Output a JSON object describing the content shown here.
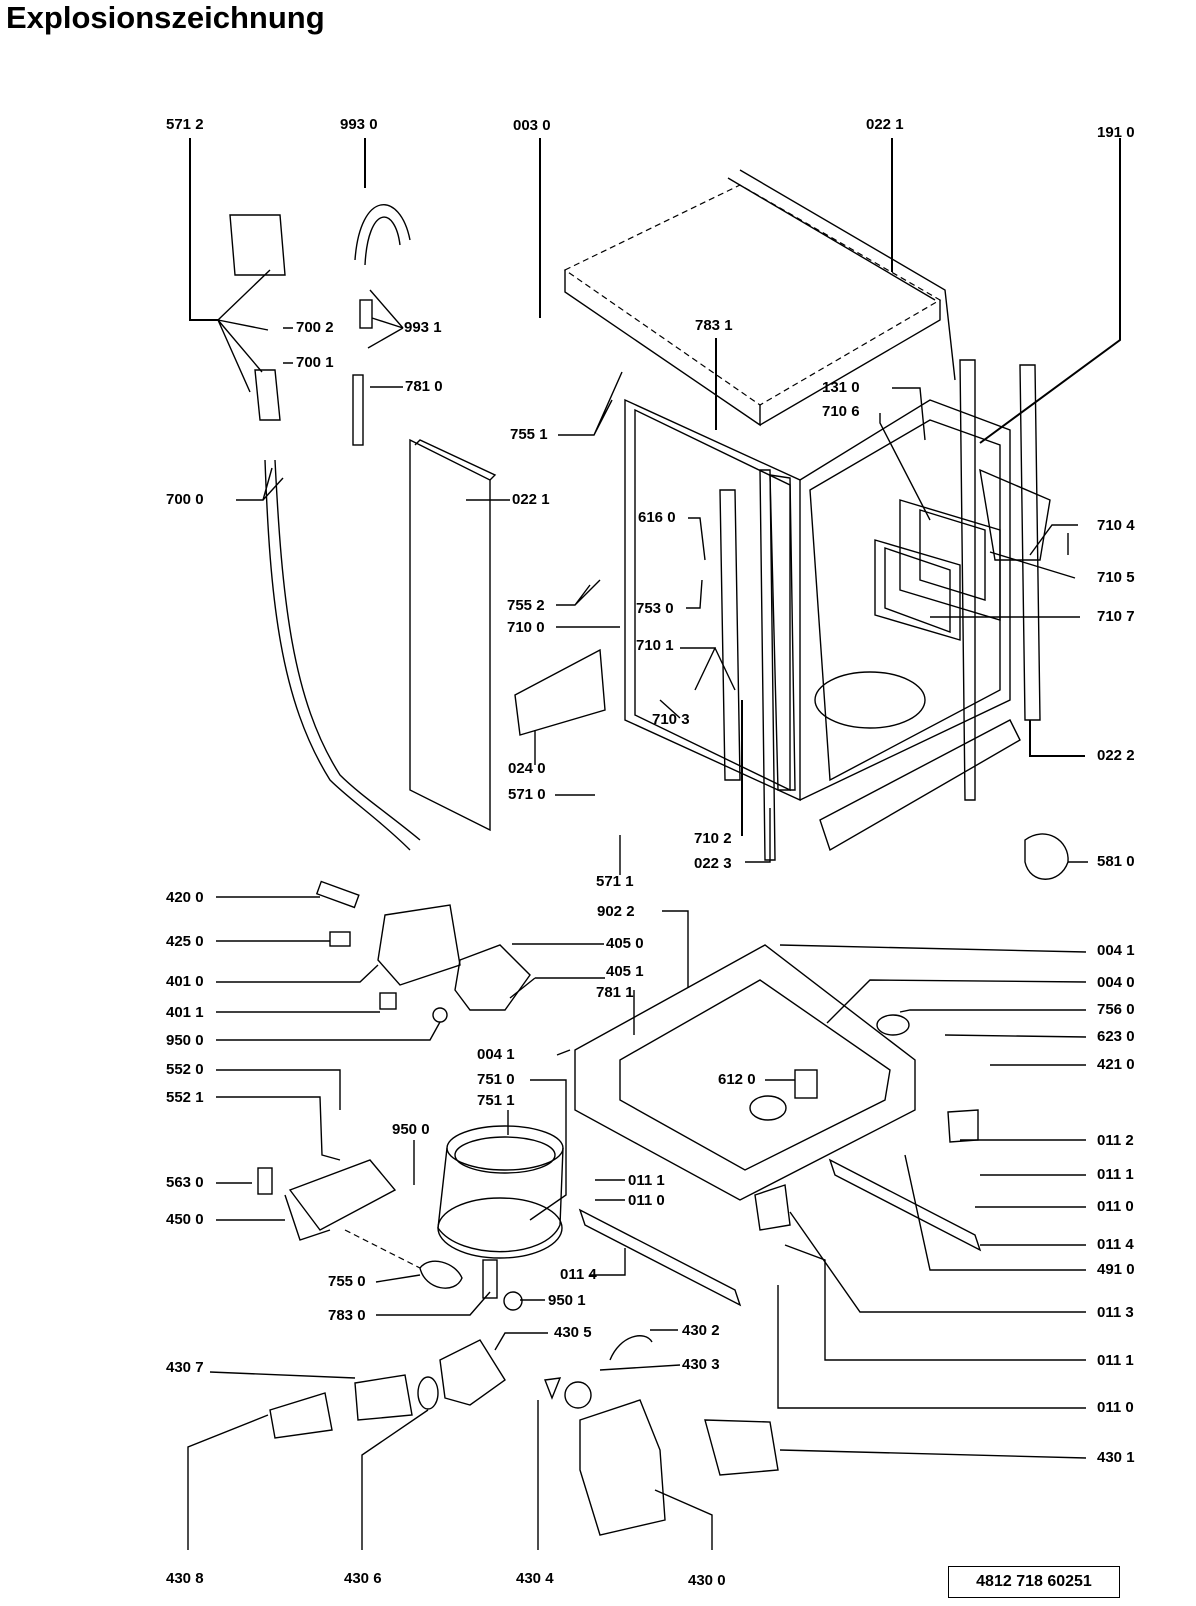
{
  "title": "Explosionszeichnung",
  "part_number": "4812 718 60251",
  "labels": [
    "571 2",
    "993 0",
    "003 0",
    "022 1",
    "191 0",
    "700 2",
    "993 1",
    "700 1",
    "781 0",
    "783 1",
    "755 1",
    "131 0",
    "710 6",
    "700 0",
    "022 1",
    "616 0",
    "710 4",
    "710 5",
    "755 2",
    "753 0",
    "710 0",
    "710 7",
    "710 1",
    "710 3",
    "024 0",
    "022 2",
    "571 0",
    "710 2",
    "022 3",
    "581 0",
    "571 1",
    "420 0",
    "902 2",
    "425 0",
    "405 0",
    "004 1",
    "401 0",
    "405 1",
    "004 0",
    "401 1",
    "781 1",
    "756 0",
    "950 0",
    "623 0",
    "004 1",
    "552 0",
    "751 0",
    "421 0",
    "612 0",
    "552 1",
    "751 1",
    "950 0",
    "011 2",
    "011 1",
    "011 1",
    "563 0",
    "011 0",
    "011 0",
    "450 0",
    "011 4",
    "491 0",
    "755 0",
    "011 4",
    "950 1",
    "783 0",
    "011 3",
    "430 5",
    "430 2",
    "430 7",
    "430 3",
    "011 1",
    "011 0",
    "430 1",
    "430 8",
    "430 6",
    "430 4",
    "430 0"
  ]
}
